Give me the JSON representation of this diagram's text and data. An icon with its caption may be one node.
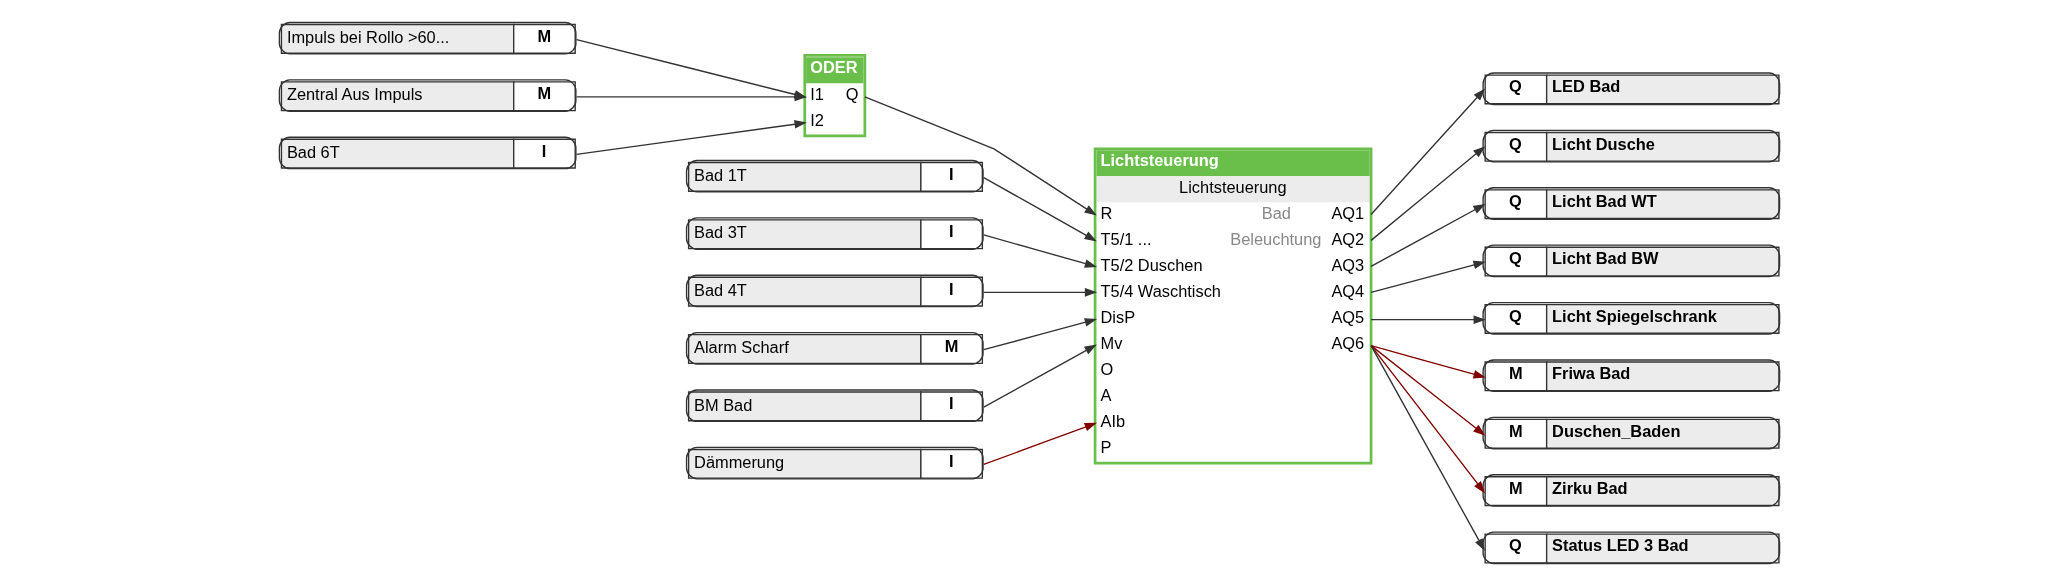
{
  "diagram": {
    "nodes": [
      {
        "text": [
          "Impuls bei Rollo >60...",
          "M"
        ]
      },
      {
        "text": [
          "Zentral Aus Impuls",
          "M"
        ]
      },
      {
        "text": [
          "Bad 6T",
          "I"
        ]
      },
      {
        "text": [
          "ODER",
          "I1",
          "Q",
          "I2"
        ]
      },
      {
        "text": [
          "Bad 1T",
          "I"
        ]
      },
      {
        "text": [
          "Bad 3T",
          "I"
        ]
      },
      {
        "text": [
          "Bad 4T",
          "I"
        ]
      },
      {
        "text": [
          "Alarm Scharf",
          "M"
        ]
      },
      {
        "text": [
          "BM Bad",
          "I"
        ]
      },
      {
        "text": [
          "Dämmerung",
          "I"
        ]
      },
      {
        "text": [
          "Lichtsteuerung",
          "Lichtsteuerung",
          "R",
          "Bad",
          "AQ1",
          "T5/1 ...",
          "Beleuchtung",
          "AQ2",
          "T5/2 Duschen",
          "AQ3",
          "T5/4 Waschtisch",
          "AQ4",
          "DisP",
          "AQ5",
          "Mv",
          "AQ6",
          "O",
          "A",
          "AIb",
          "P"
        ]
      },
      {
        "text": [
          "Q",
          "LED Bad"
        ]
      },
      {
        "text": [
          "Q",
          "Licht Dusche"
        ]
      },
      {
        "text": [
          "Q",
          "Licht Bad WT"
        ]
      },
      {
        "text": [
          "Q",
          "Licht Bad BW"
        ]
      },
      {
        "text": [
          "Q",
          "Licht Spiegelschrank"
        ]
      },
      {
        "text": [
          "M",
          "Friwa Bad"
        ]
      },
      {
        "text": [
          "M",
          "Duschen_Baden"
        ]
      },
      {
        "text": [
          "M",
          "Zirku Bad"
        ]
      },
      {
        "text": [
          "Q",
          "Status LED 3 Bad"
        ]
      }
    ],
    "edges": [
      {
        "from": 0,
        "to": 3,
        "arrow": "to"
      },
      {
        "from": 1,
        "to": 3,
        "arrow": "to"
      },
      {
        "from": 2,
        "to": 3,
        "arrow": "to"
      },
      {
        "from": 3,
        "to": 10,
        "arrow": "to"
      },
      {
        "from": 4,
        "to": 10,
        "arrow": "to"
      },
      {
        "from": 5,
        "to": 10,
        "arrow": "to"
      },
      {
        "from": 6,
        "to": 10,
        "arrow": "to"
      },
      {
        "from": 7,
        "to": 10,
        "arrow": "to"
      },
      {
        "from": 8,
        "to": 10,
        "arrow": "to"
      },
      {
        "from": 9,
        "to": 10,
        "arrow": "to",
        "color": "#800000"
      },
      {
        "from": 10,
        "to": 11,
        "arrow": "to"
      },
      {
        "from": 10,
        "to": 12,
        "arrow": "to"
      },
      {
        "from": 10,
        "to": 13,
        "arrow": "to"
      },
      {
        "from": 10,
        "to": 14,
        "arrow": "to"
      },
      {
        "from": 10,
        "to": 15,
        "arrow": "to"
      },
      {
        "from": 10,
        "to": 16,
        "arrow": "to",
        "color": "#800000"
      },
      {
        "from": 10,
        "to": 17,
        "arrow": "to",
        "color": "#800000"
      },
      {
        "from": 10,
        "to": 18,
        "arrow": "to",
        "color": "#800000"
      },
      {
        "from": 10,
        "to": 19,
        "arrow": "to"
      }
    ]
  }
}
